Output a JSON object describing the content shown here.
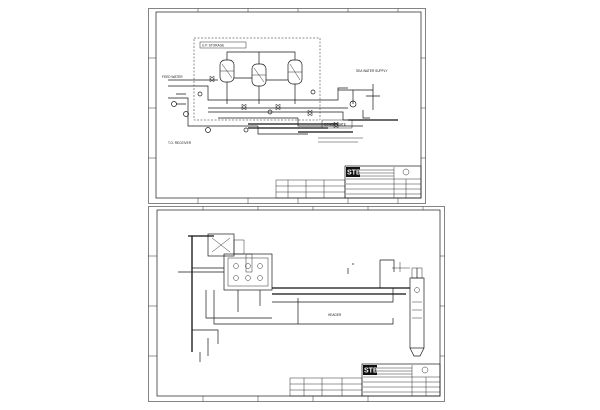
{
  "sheets": [
    {
      "logo": "STB",
      "labels": {
        "tank_area": "U.P. STORAGE",
        "water_supply": "SEA WATER SUPPLY",
        "left_feed": "FEED WATER",
        "bottom_left": "T.O. RECEIVER",
        "mid_right": "CONDENSATE"
      }
    },
    {
      "logo": "STB",
      "labels": {
        "header_note": "HEADER"
      }
    }
  ]
}
